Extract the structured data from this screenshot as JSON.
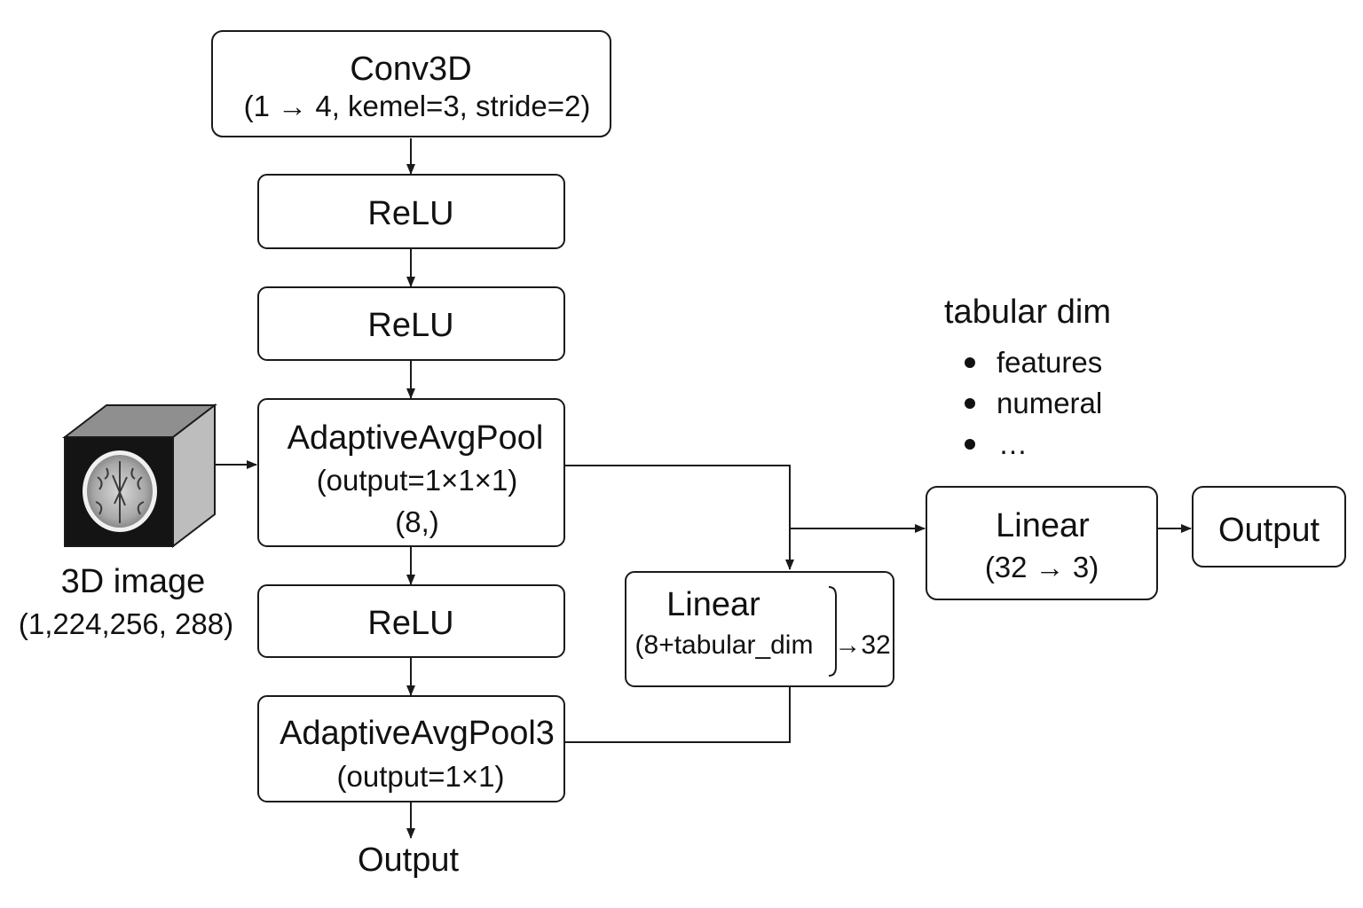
{
  "nodes": {
    "conv3d": {
      "title": "Conv3D",
      "params": "(1 → 4, kemel=3, stride=2)"
    },
    "relu_1": {
      "title": "ReLU"
    },
    "relu_2": {
      "title": "ReLU"
    },
    "adaptive_pool_1": {
      "title": "AdaptiveAvgPool",
      "params": "(output=1×1×1)",
      "shape": "(8,)"
    },
    "relu_3": {
      "title": "ReLU"
    },
    "adaptive_pool_2": {
      "title": "AdaptiveAvgPool3",
      "params": "(output=1×1)"
    },
    "linear_1": {
      "title": "Linear",
      "params": "(8+tabular_dim",
      "out": "→32"
    },
    "linear_2": {
      "title": "Linear",
      "params": "(32 → 3)"
    },
    "output_box": {
      "title": "Output"
    }
  },
  "image_input": {
    "label": "3D image",
    "shape": "(1,224,256, 288)",
    "icon": "brain-mri-cube-icon"
  },
  "bottom_output": {
    "label": "Output"
  },
  "tabular": {
    "title": "tabular dim",
    "items": [
      "features",
      "numeral",
      "…"
    ]
  }
}
